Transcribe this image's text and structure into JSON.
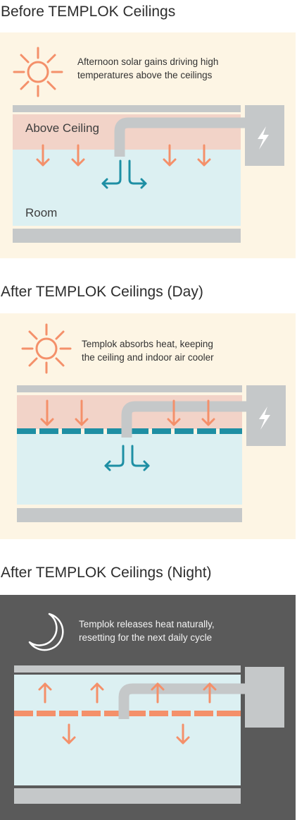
{
  "before": {
    "heading": "Before TEMPLOK Ceilings",
    "caption": [
      "Afternoon solar gains driving high",
      "temperatures above the ceilings"
    ],
    "label_above": "Above Ceiling",
    "label_room": "Room"
  },
  "day": {
    "heading": "After TEMPLOK Ceilings (Day)",
    "caption": [
      "Templok absorbs heat, keeping",
      "the ceiling and indoor air cooler"
    ]
  },
  "night": {
    "heading": "After TEMPLOK Ceilings (Night)",
    "caption": [
      "Templok releases heat naturally,",
      "resetting for the next daily cycle"
    ]
  },
  "icons": [
    "sun-icon",
    "moon-icon",
    "lightning-icon",
    "arrow-down-icon",
    "arrow-up-icon",
    "split-arrows-icon"
  ],
  "colors": {
    "panel_day": "#fdf5e4",
    "panel_night": "#5a5a5a",
    "sun": "#f4906a",
    "heat_arrow": "#f4906a",
    "plenum_hot": "#f2d3c8",
    "room": "#dcf0f2",
    "slab": "#c5c8c9",
    "templok_day": "#1e8fa4",
    "templok_night": "#f4906a",
    "airflow": "#1e8fa4"
  }
}
